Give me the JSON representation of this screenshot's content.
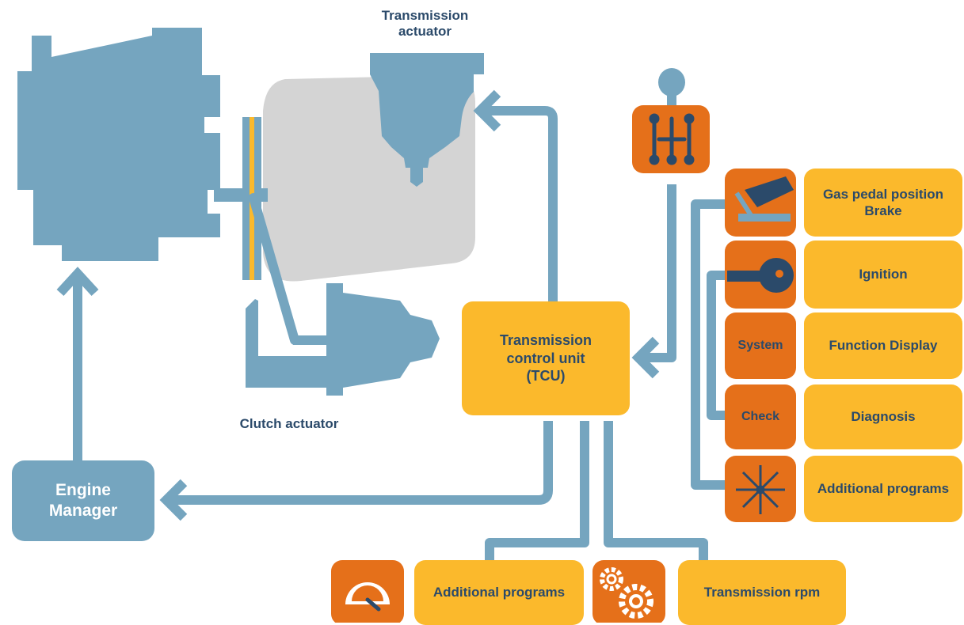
{
  "colors": {
    "steel_blue": "#75a5bf",
    "orange": "#e5701a",
    "yellow": "#fbb92c",
    "gray": "#d4d4d4",
    "navy_text": "#2b4a6a"
  },
  "labels": {
    "transmission_actuator_line1": "Transmission",
    "transmission_actuator_line2": "actuator",
    "clutch_actuator": "Clutch actuator"
  },
  "engine_manager": {
    "line1": "Engine",
    "line2": "Manager"
  },
  "tcu": {
    "line1": "Transmission",
    "line2": "control unit",
    "line3": "(TCU)"
  },
  "inputs": [
    {
      "icon": "pedal-icon",
      "line1": "Gas pedal position",
      "line2": "Brake"
    },
    {
      "icon": "key-icon",
      "line1": "Ignition"
    },
    {
      "icon_text": "System",
      "line1": "Function Display"
    },
    {
      "icon_text": "Check",
      "line1": "Diagnosis"
    },
    {
      "icon": "snowflake-icon",
      "line1": "Additional programs"
    }
  ],
  "outputs": [
    {
      "icon": "speedometer-icon",
      "label": "Additional programs"
    },
    {
      "icon": "gears-icon",
      "label": "Transmission rpm"
    }
  ],
  "gear_shifter": {
    "icon": "gear-shift-pattern-icon"
  }
}
